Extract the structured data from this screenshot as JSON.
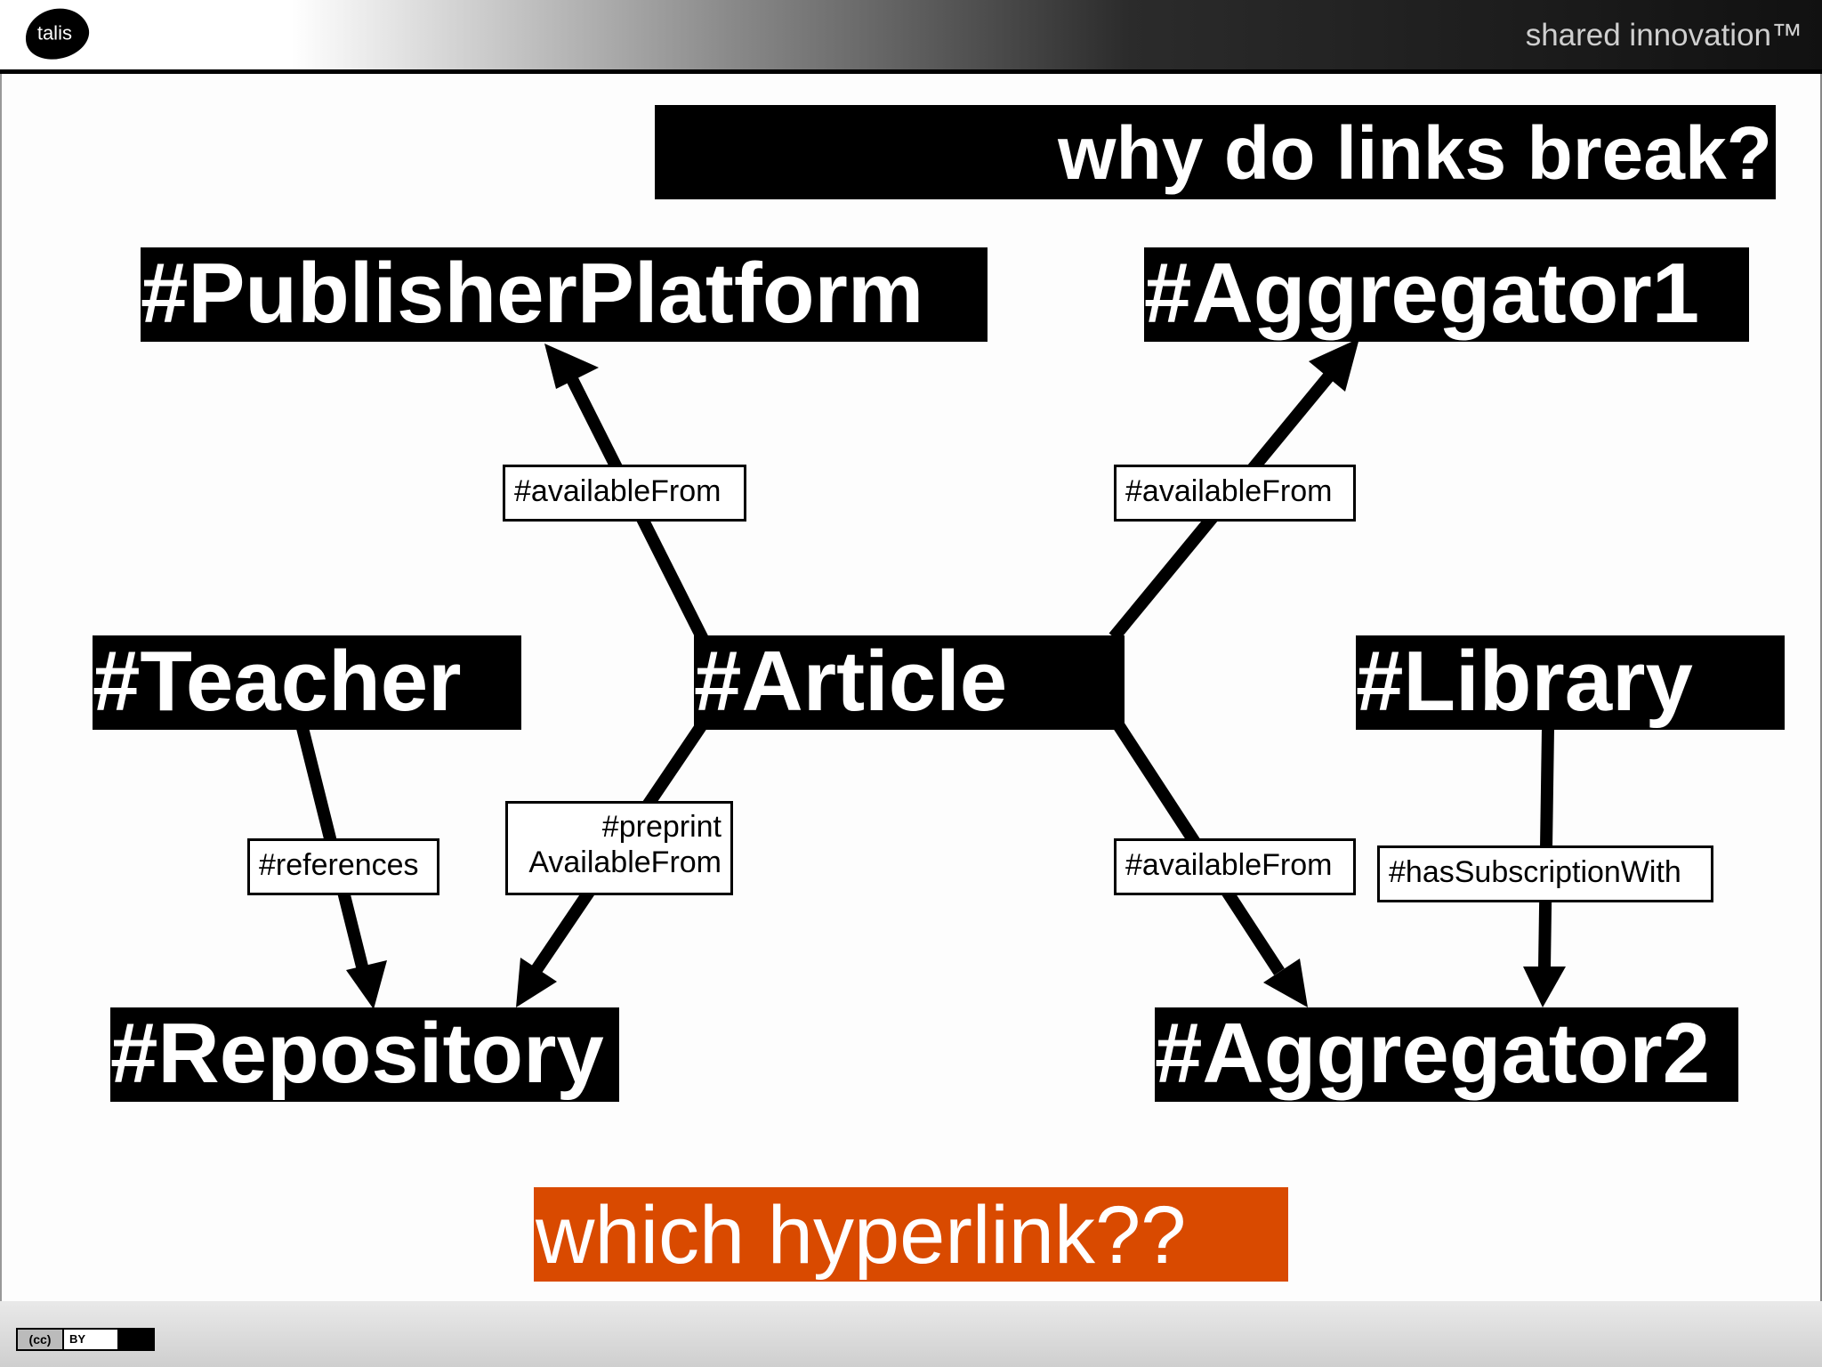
{
  "header": {
    "logo_text": "talis",
    "tagline": "shared innovation™"
  },
  "slide": {
    "title": "why do links break?",
    "question": "which hyperlink??"
  },
  "nodes": {
    "publisher_platform": "#PublisherPlatform",
    "aggregator1": "#Aggregator1",
    "teacher": "#Teacher",
    "article": "#Article",
    "library": "#Library",
    "repository": "#Repository",
    "aggregator2": "#Aggregator2"
  },
  "edges": [
    {
      "from": "#Article",
      "to": "#PublisherPlatform",
      "label": "#availableFrom"
    },
    {
      "from": "#Article",
      "to": "#Aggregator1",
      "label": "#availableFrom"
    },
    {
      "from": "#Teacher",
      "to": "#Repository",
      "label": "#references"
    },
    {
      "from": "#Article",
      "to": "#Repository",
      "label_line1": "#preprint",
      "label_line2": "AvailableFrom"
    },
    {
      "from": "#Article",
      "to": "#Aggregator2",
      "label": "#availableFrom"
    },
    {
      "from": "#Library",
      "to": "#Aggregator2",
      "label": "#hasSubscriptionWith"
    }
  ],
  "footer": {
    "license_left": "(cc)",
    "license_right": "BY"
  }
}
